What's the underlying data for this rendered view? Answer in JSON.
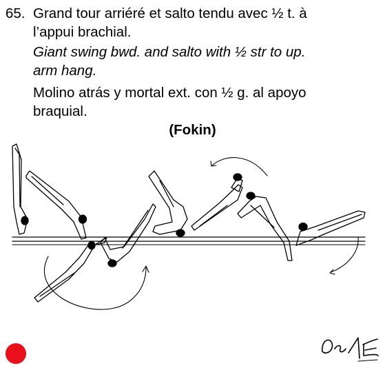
{
  "element": {
    "number": "65.",
    "french_line1": "Grand tour arriéré et salto tendu avec ½ t. à",
    "french_line2": "l’appui brachial.",
    "english_line1": "Giant swing bwd. and salto with ½ str to up.",
    "english_line2": "arm hang.",
    "spanish_line1": "Molino atrás y mortal ext. con ½ g. al apoyo",
    "spanish_line2": "braquial.",
    "name": "(Fokin)"
  },
  "difficulty_marker": {
    "color": "#e8101a"
  }
}
